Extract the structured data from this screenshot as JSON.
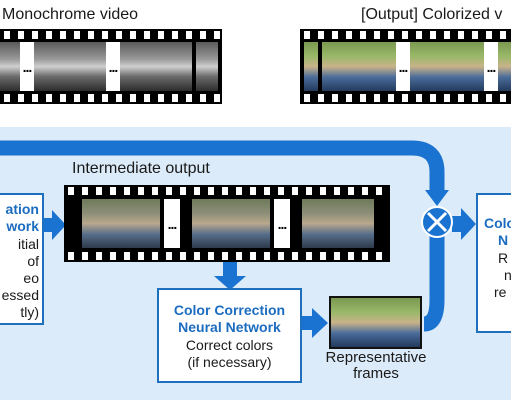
{
  "labels": {
    "monochrome_video": "Monochrome video",
    "colorized_video": "[Output] Colorized v",
    "intermediate_output": "Intermediate output",
    "representative_frames_line1": "Representative",
    "representative_frames_line2": "frames"
  },
  "left_box": {
    "title_line1": "ation",
    "title_line2": "work",
    "body": [
      "itial",
      "of",
      "eo",
      "essed",
      "tly)"
    ]
  },
  "correction_box": {
    "title_line1": "Color Correction",
    "title_line2": "Neural Network",
    "body_line1": "Correct colors",
    "body_line2": "(if necessary)"
  },
  "right_box": {
    "title_line1": "Colo",
    "title_line2": "N",
    "body": [
      "R",
      "n",
      "re"
    ]
  },
  "film_gap_text": "...",
  "colors": {
    "panel_bg": "#dcebf9",
    "pipe_blue": "#1a73d0",
    "title_blue": "#1c6cc0",
    "box_border": "#1f6fbf"
  }
}
